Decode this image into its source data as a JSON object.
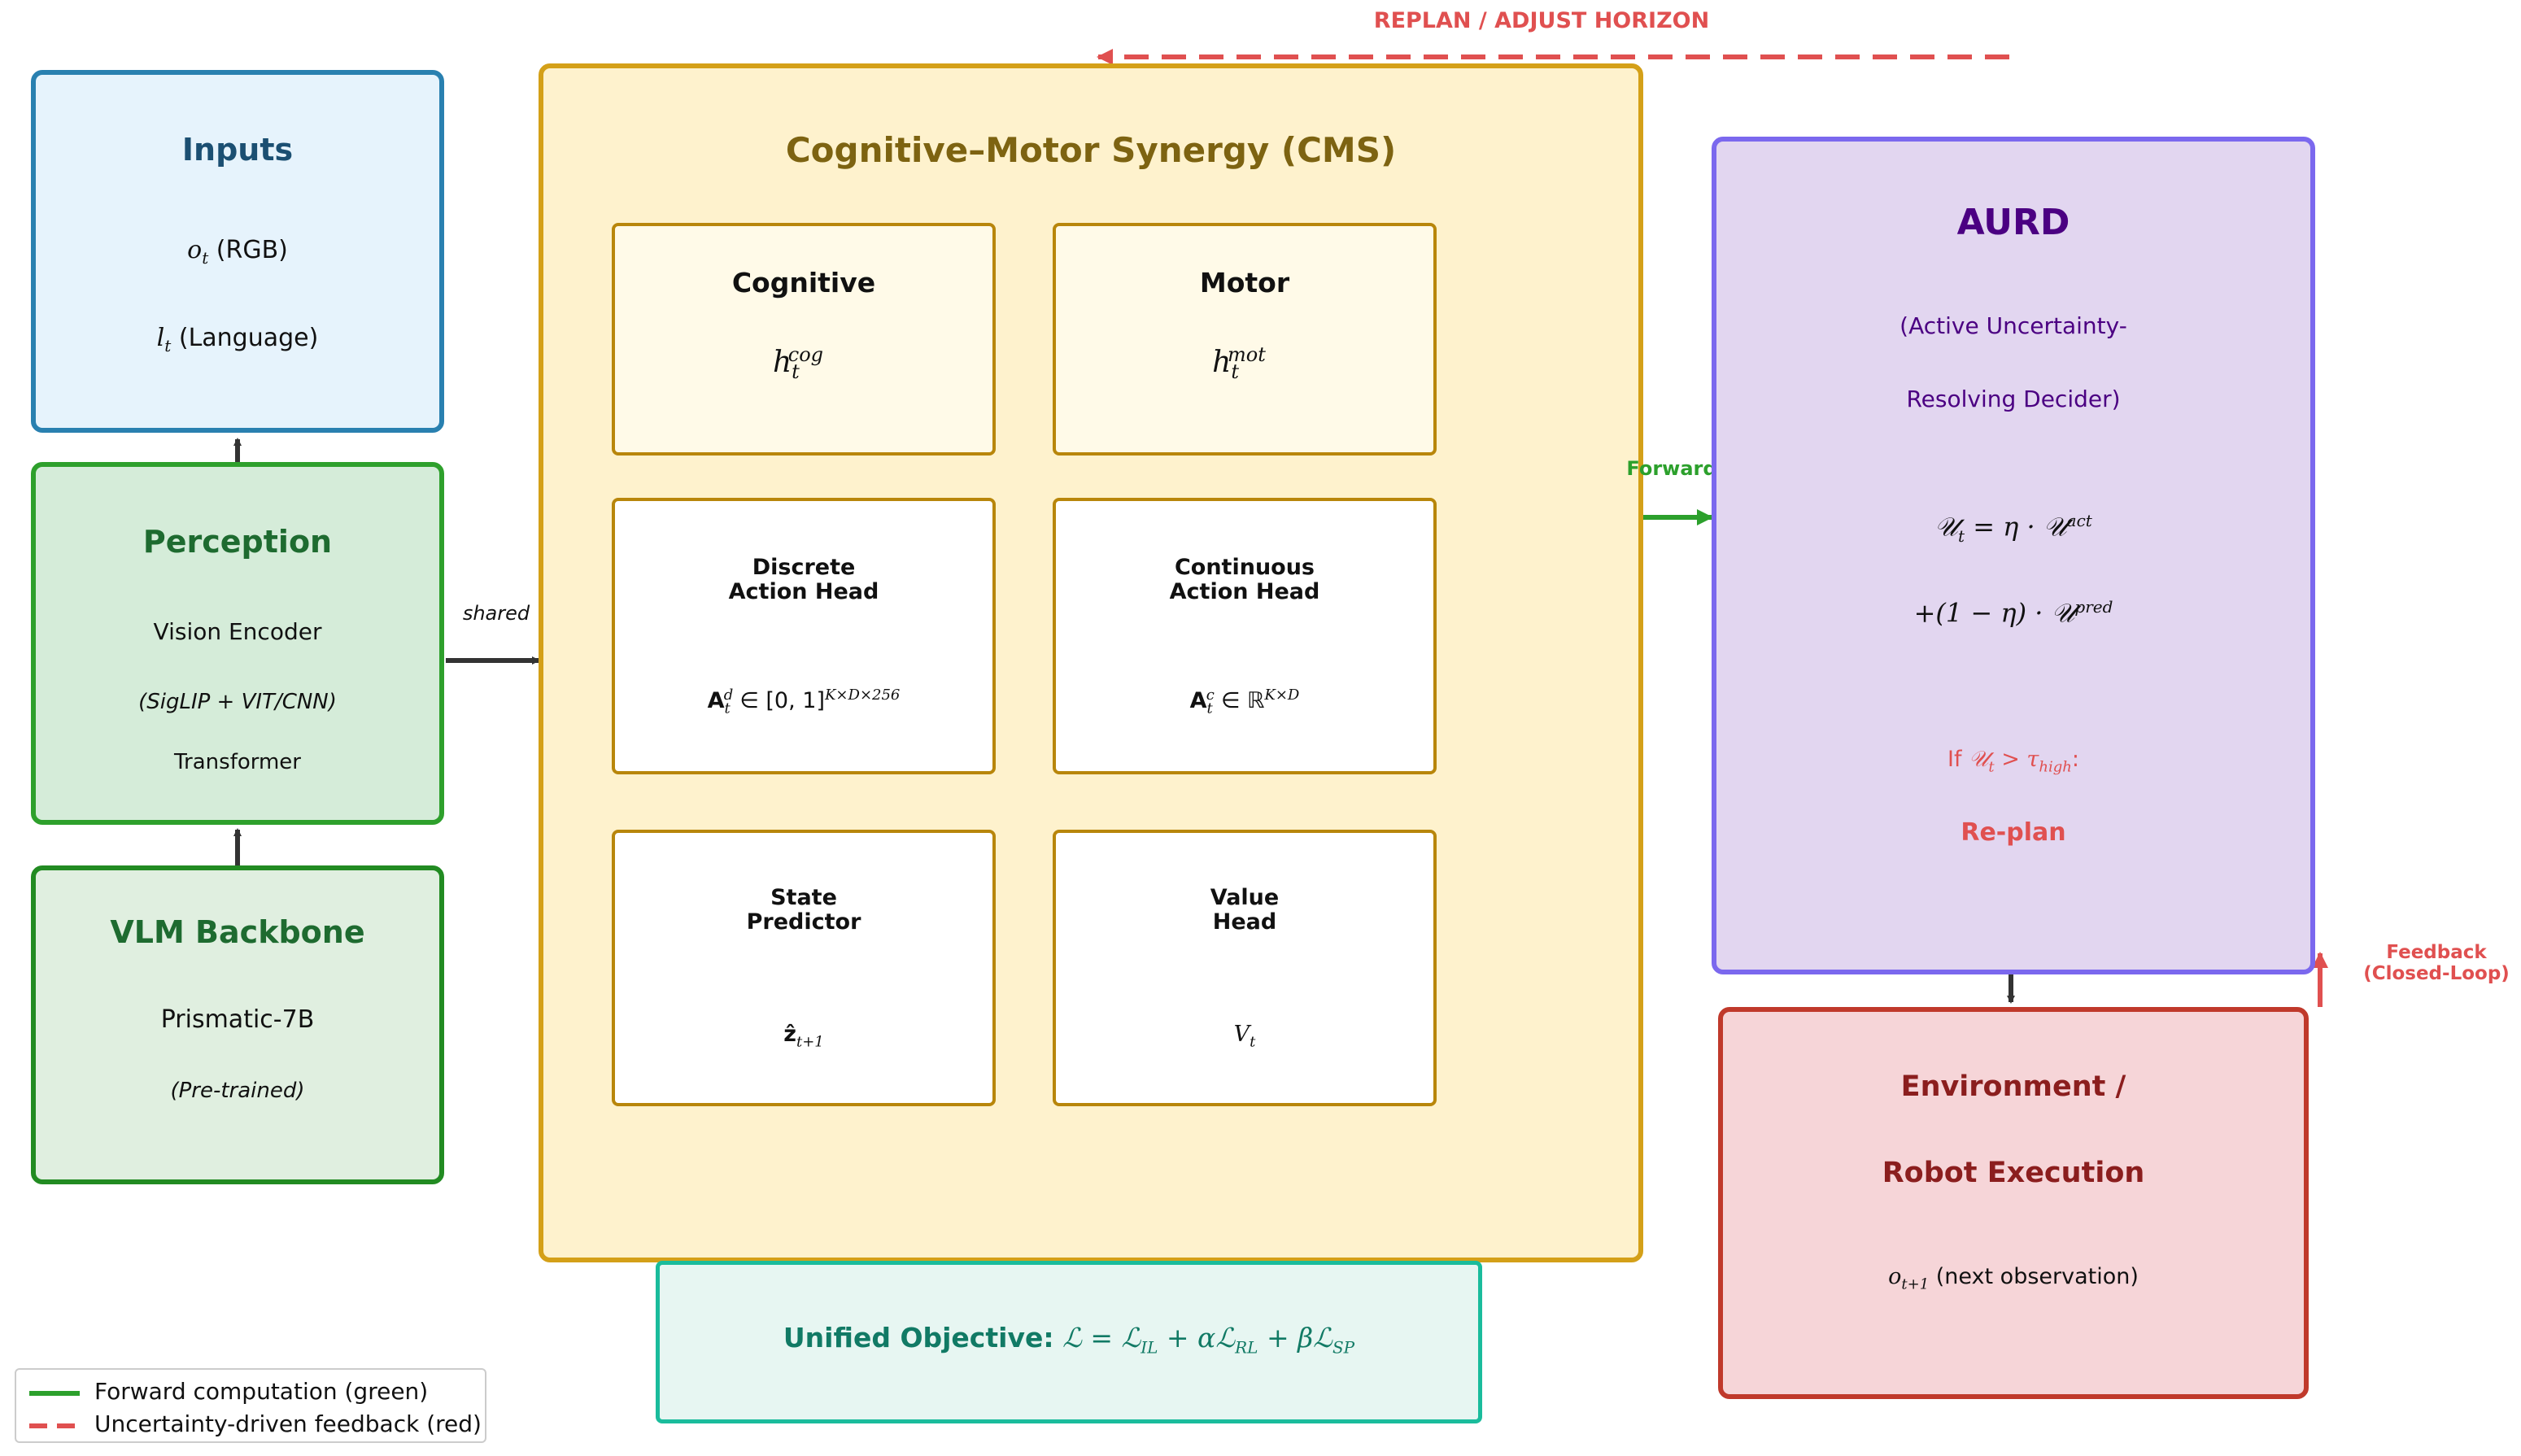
{
  "colors": {
    "inputs_fill": "#e6f3fc",
    "inputs_border": "#2980b0",
    "inputs_title": "#1b4f72",
    "perception_fill": "#d5ecd9",
    "perception_border": "#2ea02c",
    "perception_title": "#1e6b30",
    "vlm_fill": "#e0efe0",
    "vlm_border": "#228b22",
    "vlm_title": "#1e6b30",
    "cms_fill": "#fef2cd",
    "cms_border": "#d4a018",
    "cms_title": "#7d6311",
    "sub_border": "#b8860b",
    "sub_top_fill": "#fffae8",
    "aurd_fill": "#e2d6f0",
    "aurd_border": "#7b68ee",
    "aurd_title": "#4b0082",
    "env_fill": "#f6d5d8",
    "env_border": "#c0392b",
    "env_title": "#8b1e1e",
    "objective_fill": "#e7f6f2",
    "objective_border": "#1abc9c",
    "objective_title": "#117a65",
    "forward_green": "#2ca02c",
    "feedback_red": "#e05050",
    "dark_arrow": "#333333",
    "teal_arrow": "#1abc9c"
  },
  "replan_label": "REPLAN / ADJUST HORIZON",
  "inputs": {
    "title": "Inputs",
    "line1_suffix": " (RGB)",
    "line2_suffix": " (Language)"
  },
  "perception": {
    "title": "Perception",
    "line1": "Vision Encoder",
    "line2": "(SigLIP + VIT/CNN)",
    "line3": "Transformer"
  },
  "vlm": {
    "title": "VLM Backbone",
    "line1": "Prismatic-7B",
    "line2": "(Pre-trained)"
  },
  "shared_label": "shared",
  "cms": {
    "title": "Cognitive–Motor Synergy (CMS)",
    "cognitive": {
      "title": "Cognitive"
    },
    "motor": {
      "title": "Motor"
    },
    "discrete": {
      "title1": "Discrete",
      "title2": "Action Head"
    },
    "continuous": {
      "title1": "Continuous",
      "title2": "Action Head"
    },
    "state": {
      "title1": "State",
      "title2": "Predictor"
    },
    "value": {
      "title1": "Value",
      "title2": "Head"
    }
  },
  "forward_label": "Forward",
  "aurd": {
    "title": "AURD",
    "subtitle1": "(Active Uncertainty-",
    "subtitle2": "Resolving Decider)",
    "replan": "Re-plan"
  },
  "feedback_label1": "Feedback",
  "feedback_label2": "(Closed-Loop)",
  "environment": {
    "title1": "Environment /",
    "title2": "Robot Execution",
    "obs_suffix": " (next observation)"
  },
  "objective": {
    "title": "Unified Objective:"
  },
  "legend": {
    "forward": "Forward computation (green)",
    "feedback": "Uncertainty-driven feedback (red)"
  }
}
